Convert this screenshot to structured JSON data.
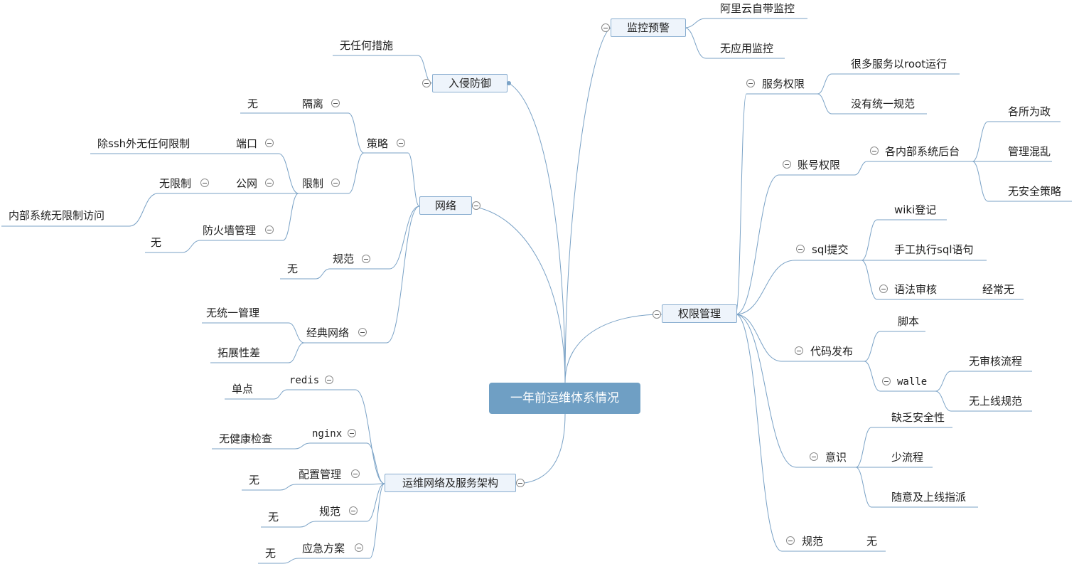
{
  "root": "一年前运维体系情况",
  "branches": {
    "monitor": {
      "label": "监控预警",
      "items": [
        "阿里云自带监控",
        "无应用监控"
      ]
    },
    "intrusion": {
      "label": "入侵防御",
      "items": [
        "无任何措施"
      ]
    },
    "network": {
      "label": "网络",
      "strategy": "策略",
      "isolation": "隔离",
      "isolation_val": "无",
      "limit": "限制",
      "port": "端口",
      "port_val": "除ssh外无任何限制",
      "public": "公网",
      "public_val": "无限制",
      "public_val2": "内部系统无限制访问",
      "firewall": "防火墙管理",
      "firewall_val": "无",
      "standard": "规范",
      "standard_val": "无",
      "classic": "经典网络",
      "classic_items": [
        "无统一管理",
        "拓展性差"
      ]
    },
    "ops": {
      "label": "运维网络及服务架构",
      "redis": "redis",
      "redis_val": "单点",
      "nginx": "nginx",
      "nginx_val": "无健康检查",
      "config": "配置管理",
      "config_val": "无",
      "standard": "规范",
      "standard_val": "无",
      "emergency": "应急方案",
      "emergency_val": "无"
    },
    "perm": {
      "label": "权限管理",
      "service": "服务权限",
      "service_items": [
        "很多服务以root运行",
        "没有统一规范"
      ],
      "account": "账号权限",
      "backend": "各内部系统后台",
      "backend_items": [
        "各所为政",
        "管理混乱",
        "无安全策略"
      ],
      "sql": "sql提交",
      "sql_items": [
        "wiki登记",
        "手工执行sql语句"
      ],
      "syntax": "语法审核",
      "syntax_val": "经常无",
      "deploy": "代码发布",
      "script": "脚本",
      "walle": "walle",
      "walle_items": [
        "无审核流程",
        "无上线规范"
      ],
      "awareness": "意识",
      "awareness_items": [
        "缺乏安全性",
        "少流程",
        "随意及上线指派"
      ],
      "standard": "规范",
      "standard_val": "无"
    }
  }
}
